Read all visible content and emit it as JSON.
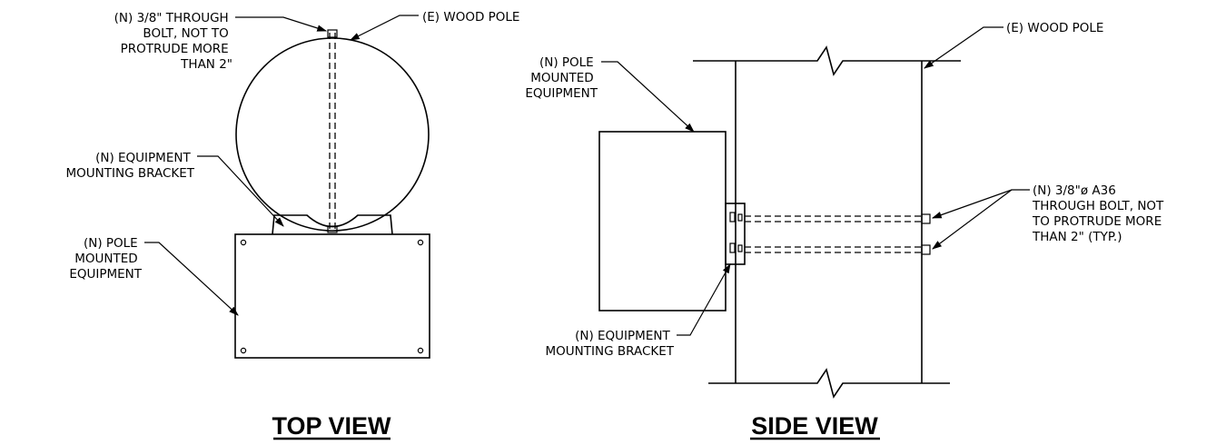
{
  "top_view": {
    "title": "TOP VIEW",
    "labels": {
      "through_bolt": [
        "(N) 3/8\" THROUGH",
        "BOLT, NOT TO",
        "PROTRUDE MORE",
        "THAN 2\""
      ],
      "wood_pole": [
        "(E) WOOD POLE"
      ],
      "mounting_bracket": [
        "(N) EQUIPMENT",
        "MOUNTING BRACKET"
      ],
      "pole_equipment": [
        "(N) POLE",
        "MOUNTED",
        "EQUIPMENT"
      ]
    }
  },
  "side_view": {
    "title": "SIDE VIEW",
    "labels": {
      "wood_pole": [
        "(E) WOOD POLE"
      ],
      "pole_equipment": [
        "(N) POLE",
        "MOUNTED",
        "EQUIPMENT"
      ],
      "through_bolt": [
        "(N) 3/8\"ø A36",
        "THROUGH BOLT, NOT",
        "TO PROTRUDE MORE",
        "THAN 2\" (TYP.)"
      ],
      "mounting_bracket": [
        "(N) EQUIPMENT",
        "MOUNTING BRACKET"
      ]
    }
  }
}
